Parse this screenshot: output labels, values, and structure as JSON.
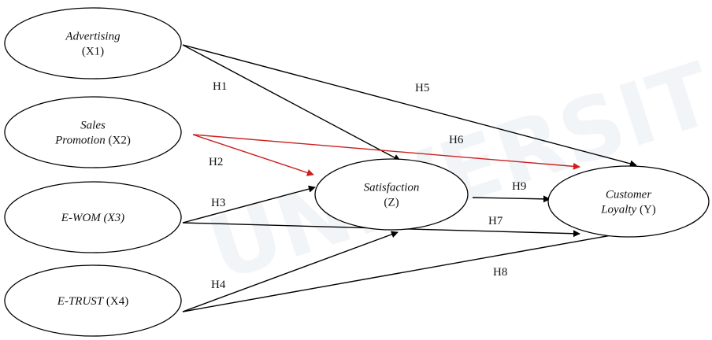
{
  "diagram": {
    "nodes": [
      {
        "id": "x1",
        "lines": [
          [
            {
              "t": "Advertising",
              "i": true
            }
          ],
          [
            {
              "t": "(X1)",
              "i": false
            }
          ]
        ]
      },
      {
        "id": "x2",
        "lines": [
          [
            {
              "t": "Sales",
              "i": true
            }
          ],
          [
            {
              "t": "Promotion",
              "i": true
            },
            {
              "t": " (X2)",
              "i": false
            }
          ]
        ]
      },
      {
        "id": "x3",
        "lines": [
          [
            {
              "t": "E-WOM (X3)",
              "i": true
            }
          ]
        ]
      },
      {
        "id": "x4",
        "lines": [
          [
            {
              "t": "E-TRUST",
              "i": true
            },
            {
              "t": " (X4)",
              "i": false
            }
          ]
        ]
      },
      {
        "id": "z",
        "lines": [
          [
            {
              "t": "Satisfaction",
              "i": true
            }
          ],
          [
            {
              "t": "(Z)",
              "i": false
            }
          ]
        ]
      },
      {
        "id": "y",
        "lines": [
          [
            {
              "t": "Customer",
              "i": true
            }
          ],
          [
            {
              "t": "Loyalty",
              "i": true
            },
            {
              "t": " (Y)",
              "i": false
            }
          ]
        ]
      }
    ],
    "edges": [
      {
        "id": "h1",
        "label": "H1",
        "from": "x1",
        "to": "z",
        "color": "#000000"
      },
      {
        "id": "h5",
        "label": "H5",
        "from": "x1",
        "to": "y",
        "color": "#000000"
      },
      {
        "id": "h2",
        "label": "H2",
        "from": "x2",
        "to": "z",
        "color": "#cc1f1f"
      },
      {
        "id": "h6",
        "label": "H6",
        "from": "x2",
        "to": "y",
        "color": "#cc1f1f"
      },
      {
        "id": "h3",
        "label": "H3",
        "from": "x3",
        "to": "z",
        "color": "#000000"
      },
      {
        "id": "h7",
        "label": "H7",
        "from": "x3",
        "to": "y",
        "color": "#000000"
      },
      {
        "id": "h4",
        "label": "H4",
        "from": "x4",
        "to": "z",
        "color": "#000000"
      },
      {
        "id": "h8",
        "label": "H8",
        "from": "x4",
        "to": "y",
        "color": "#000000"
      },
      {
        "id": "h9",
        "label": "H9",
        "from": "z",
        "to": "y",
        "color": "#000000"
      }
    ]
  }
}
